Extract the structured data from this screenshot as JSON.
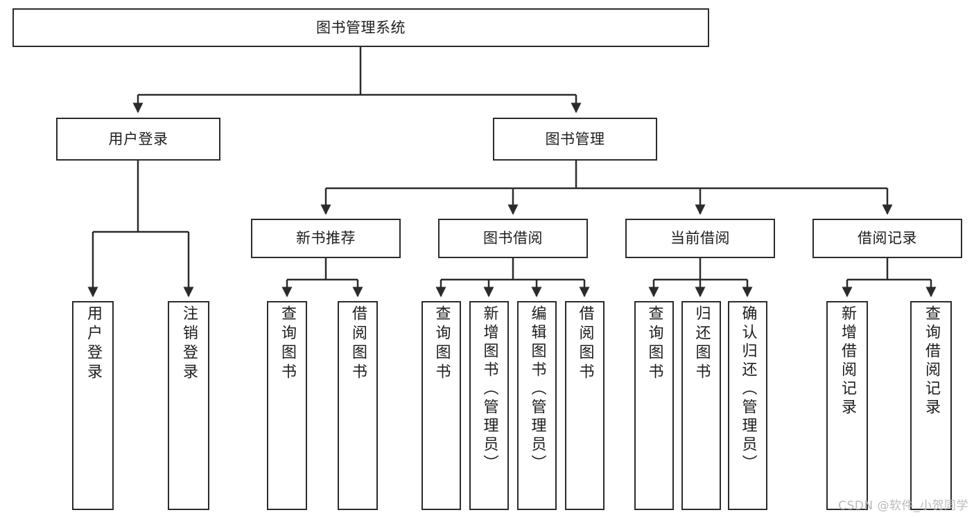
{
  "diagram": {
    "title": "图书管理系统",
    "type": "tree",
    "watermark": "CSDN @软件_小贺同学",
    "colors": {
      "stroke": "#2b2b2b",
      "fill": "#ffffff",
      "text": "#1d1d1d",
      "watermark": "#b9b9b9"
    },
    "levels": {
      "root": {
        "label": "图书管理系统"
      },
      "level2": [
        {
          "id": "user-login",
          "label": "用户登录"
        },
        {
          "id": "book-manage",
          "label": "图书管理"
        }
      ],
      "level3": [
        {
          "id": "new-book-recommend",
          "label": "新书推荐"
        },
        {
          "id": "book-borrow",
          "label": "图书借阅"
        },
        {
          "id": "current-borrow",
          "label": "当前借阅"
        },
        {
          "id": "borrow-record",
          "label": "借阅记录"
        }
      ],
      "leaves": [
        {
          "id": "leaf-user-login",
          "label": "用户登录",
          "parent": "user-login"
        },
        {
          "id": "leaf-user-logout",
          "label": "注销登录",
          "parent": "user-login"
        },
        {
          "id": "leaf-query-book-1",
          "label": "查询图书",
          "parent": "new-book-recommend"
        },
        {
          "id": "leaf-borrow-book-1",
          "label": "借阅图书",
          "parent": "new-book-recommend"
        },
        {
          "id": "leaf-query-book-2",
          "label": "查询图书",
          "parent": "book-borrow"
        },
        {
          "id": "leaf-add-book",
          "label": "新增图书（管理员）",
          "parent": "book-borrow"
        },
        {
          "id": "leaf-edit-book",
          "label": "编辑图书（管理员）",
          "parent": "book-borrow"
        },
        {
          "id": "leaf-borrow-book-2",
          "label": "借阅图书",
          "parent": "book-borrow"
        },
        {
          "id": "leaf-query-book-3",
          "label": "查询图书",
          "parent": "current-borrow"
        },
        {
          "id": "leaf-return-book",
          "label": "归还图书",
          "parent": "current-borrow"
        },
        {
          "id": "leaf-confirm-return",
          "label": "确认归还（管理员）",
          "parent": "current-borrow"
        },
        {
          "id": "leaf-add-record",
          "label": "新增借阅记录",
          "parent": "borrow-record"
        },
        {
          "id": "leaf-query-record",
          "label": "查询借阅记录",
          "parent": "borrow-record"
        }
      ]
    }
  }
}
